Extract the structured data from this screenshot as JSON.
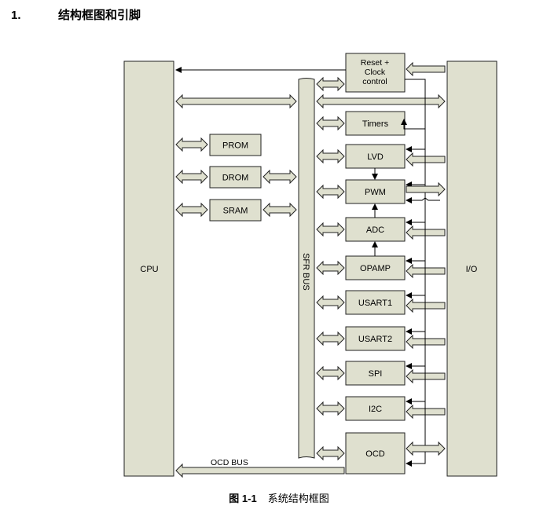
{
  "heading": {
    "number": "1.",
    "title": "结构框图和引脚"
  },
  "diagram": {
    "colors": {
      "block_fill": "#dfe0cf",
      "stroke": "#222222",
      "background": "#ffffff"
    },
    "cpu_label": "CPU",
    "io_label": "I/O",
    "bus_label": "SFR BUS",
    "ocd_bus_label": "OCD BUS",
    "memory_blocks": [
      "PROM",
      "DROM",
      "SRAM"
    ],
    "reset_clock": [
      "Reset +",
      "Clock",
      "control"
    ],
    "peripherals": [
      "Timers",
      "LVD",
      "PWM",
      "ADC",
      "OPAMP",
      "USART1",
      "USART2",
      "SPI",
      "I2C",
      "OCD"
    ]
  },
  "caption": {
    "figure": "图 1-1",
    "text": "系统结构框图"
  }
}
